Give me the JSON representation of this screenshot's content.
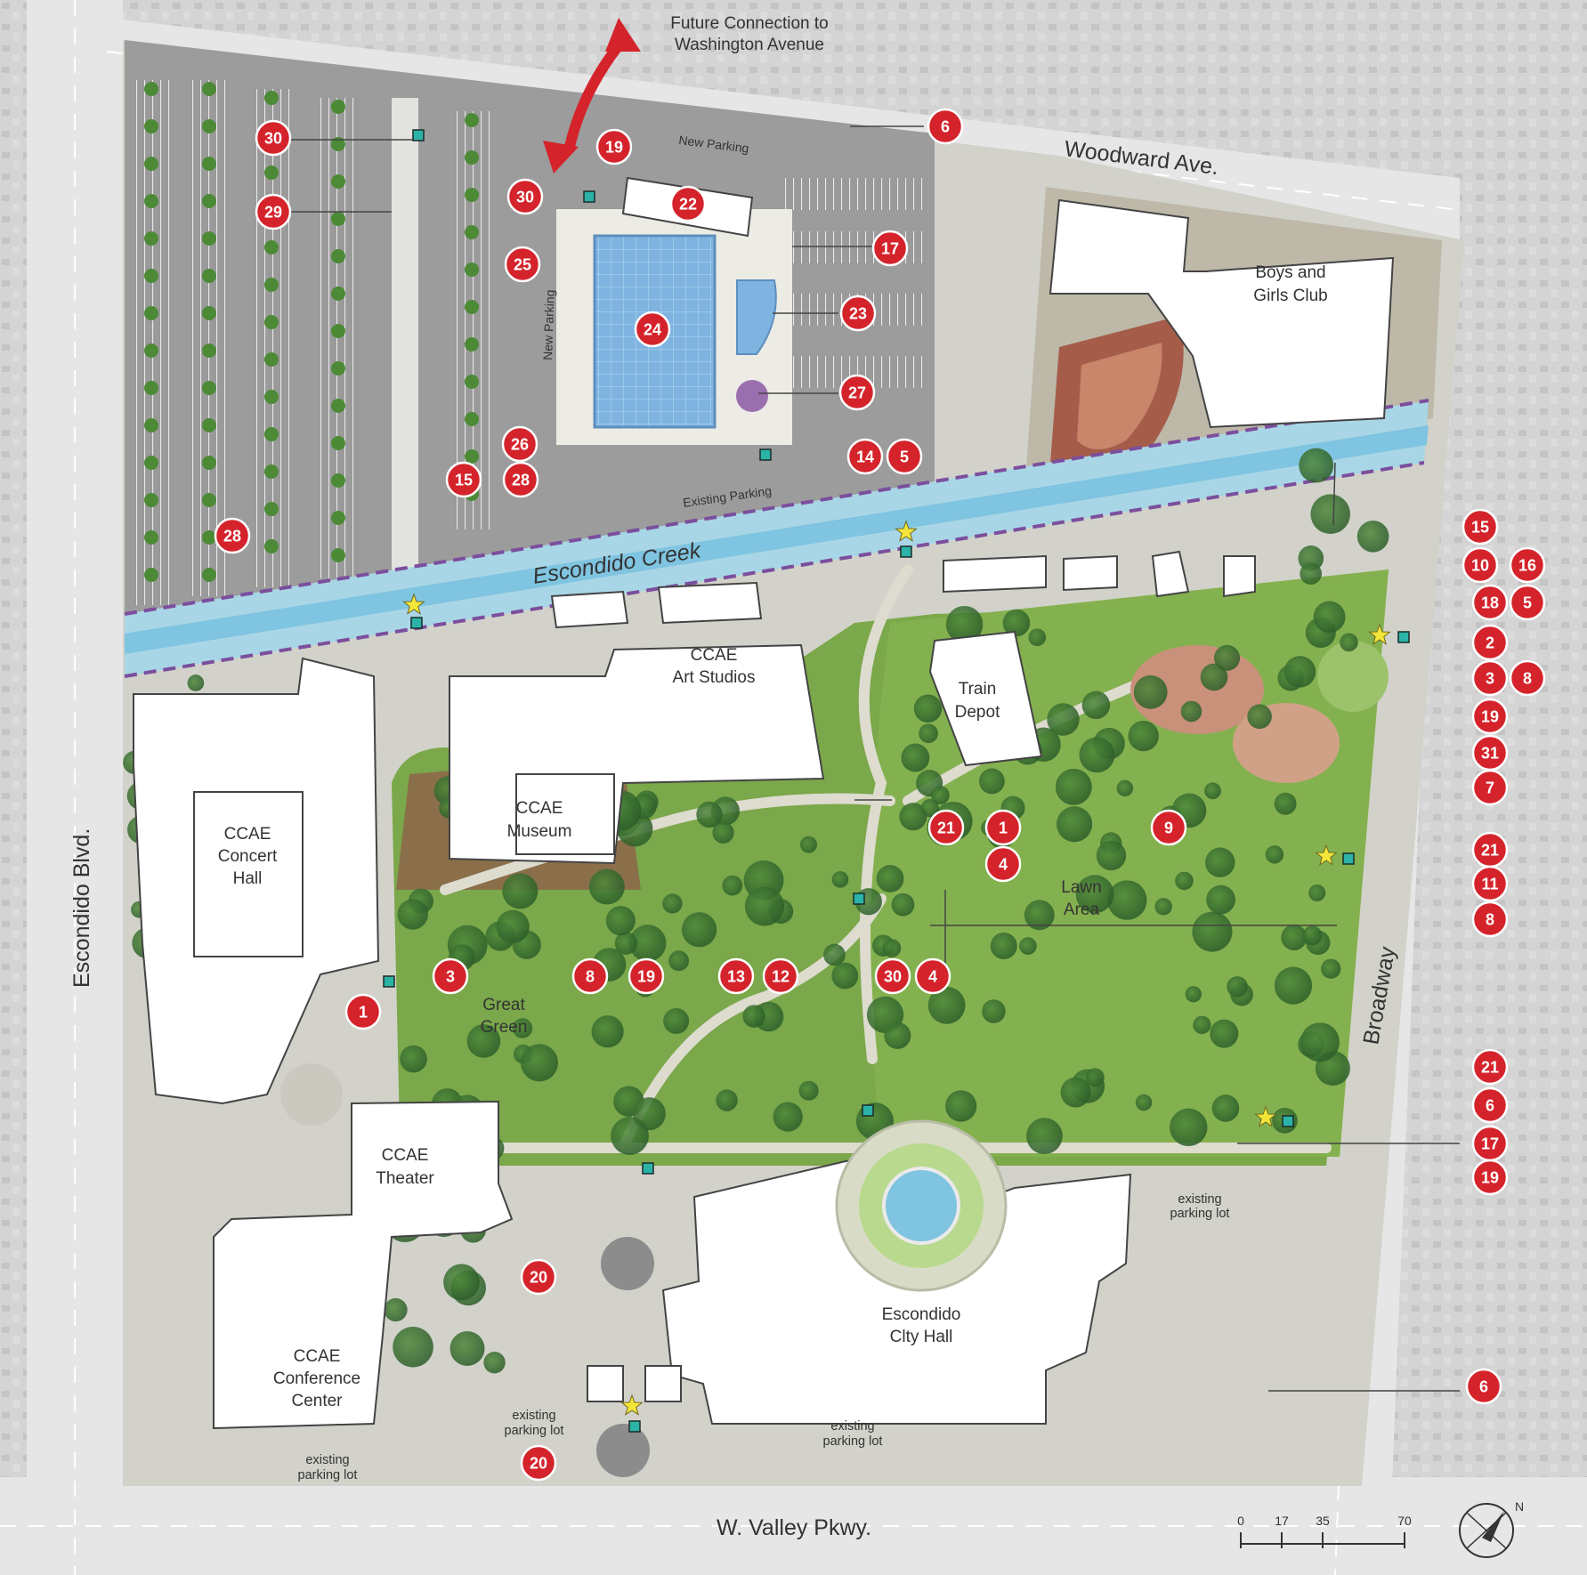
{
  "streets": {
    "woodward": "Woodward Ave.",
    "escondido_blvd": "Escondido Blvd.",
    "broadway": "Broadway",
    "valley": "W. Valley Pkwy."
  },
  "future_connection": {
    "line1": "Future Connection to",
    "line2": "Washington Avenue"
  },
  "creek": "Escondido Creek",
  "parking": {
    "new_parking_north": "New Parking",
    "new_parking_west": "New Parking",
    "existing_parking": "Existing Parking",
    "lots": [
      {
        "line1": "existing",
        "line2": "parking lot"
      },
      {
        "line1": "existing",
        "line2": "parking lot"
      },
      {
        "line1": "existing",
        "line2": "parking lot"
      },
      {
        "line1": "existing",
        "line2": "parking lot"
      }
    ]
  },
  "buildings": {
    "boys_girls": {
      "line1": "Boys and",
      "line2": "Girls Club"
    },
    "art_studios": {
      "line1": "CCAE",
      "line2": "Art Studios"
    },
    "train_depot": {
      "line1": "Train",
      "line2": "Depot"
    },
    "museum": {
      "line1": "CCAE",
      "line2": "Museum"
    },
    "concert_hall": {
      "line1": "CCAE",
      "line2": "Concert",
      "line3": "Hall"
    },
    "theater": {
      "line1": "CCAE",
      "line2": "Theater"
    },
    "conference": {
      "line1": "CCAE",
      "line2": "Conference",
      "line3": "Center"
    },
    "city_hall": {
      "line1": "Escondido",
      "line2": "Clty Hall"
    }
  },
  "areas": {
    "lawn": {
      "line1": "Lawn",
      "line2": "Area"
    },
    "great_green": {
      "line1": "Great",
      "line2": "Green"
    }
  },
  "markers": [
    "30",
    "29",
    "19",
    "30",
    "22",
    "25",
    "24",
    "17",
    "23",
    "27",
    "26",
    "14",
    "5",
    "15",
    "28",
    "28",
    "6",
    "15",
    "10",
    "16",
    "18",
    "5",
    "2",
    "3",
    "8",
    "19",
    "31",
    "7",
    "21",
    "1",
    "4",
    "9",
    "21",
    "11",
    "8",
    "3",
    "8",
    "19",
    "13",
    "12",
    "30",
    "4",
    "1",
    "21",
    "6",
    "17",
    "19",
    "20",
    "20",
    "6"
  ],
  "scale": {
    "labels": [
      "0",
      "17",
      "35",
      "70"
    ]
  },
  "north": "N",
  "colors": {
    "marker": "#d5232b",
    "lawn": "#7aa84a",
    "water": "#7fc4e0",
    "creek_path": "#7b4f9d",
    "building": "#ffffff",
    "context": "#cfcfcf",
    "star": "#f4e53a",
    "kiosk": "#2ab3a6"
  }
}
